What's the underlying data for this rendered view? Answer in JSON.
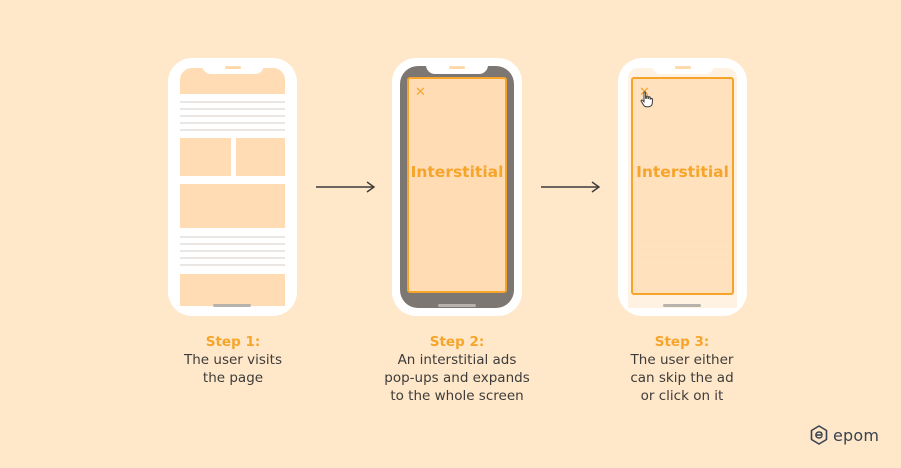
{
  "diagram": {
    "step1": {
      "title": "Step 1:",
      "lines": [
        "The user visits",
        "the page"
      ]
    },
    "step2": {
      "title": "Step 2:",
      "lines": [
        "An interstitial ads",
        "pop-ups and expands",
        "to the whole screen"
      ],
      "ad_label": "Interstitial",
      "close_glyph": "✕"
    },
    "step3": {
      "title": "Step 3:",
      "lines": [
        "The user either",
        "can skip the ad",
        "or click on it"
      ],
      "ad_label": "Interstitial",
      "close_glyph": "✕"
    }
  },
  "brand": {
    "name": "epom",
    "icon": "epom-hexagon-logo-icon"
  },
  "icons": {
    "arrow": "arrow-right-icon",
    "pointer": "hand-pointer-icon"
  },
  "colors": {
    "background": "#FFE7C9",
    "accent": "#F7A42B",
    "block": "#FFDCB3",
    "text": "#3E3C3A",
    "brand_text": "#39424E"
  }
}
